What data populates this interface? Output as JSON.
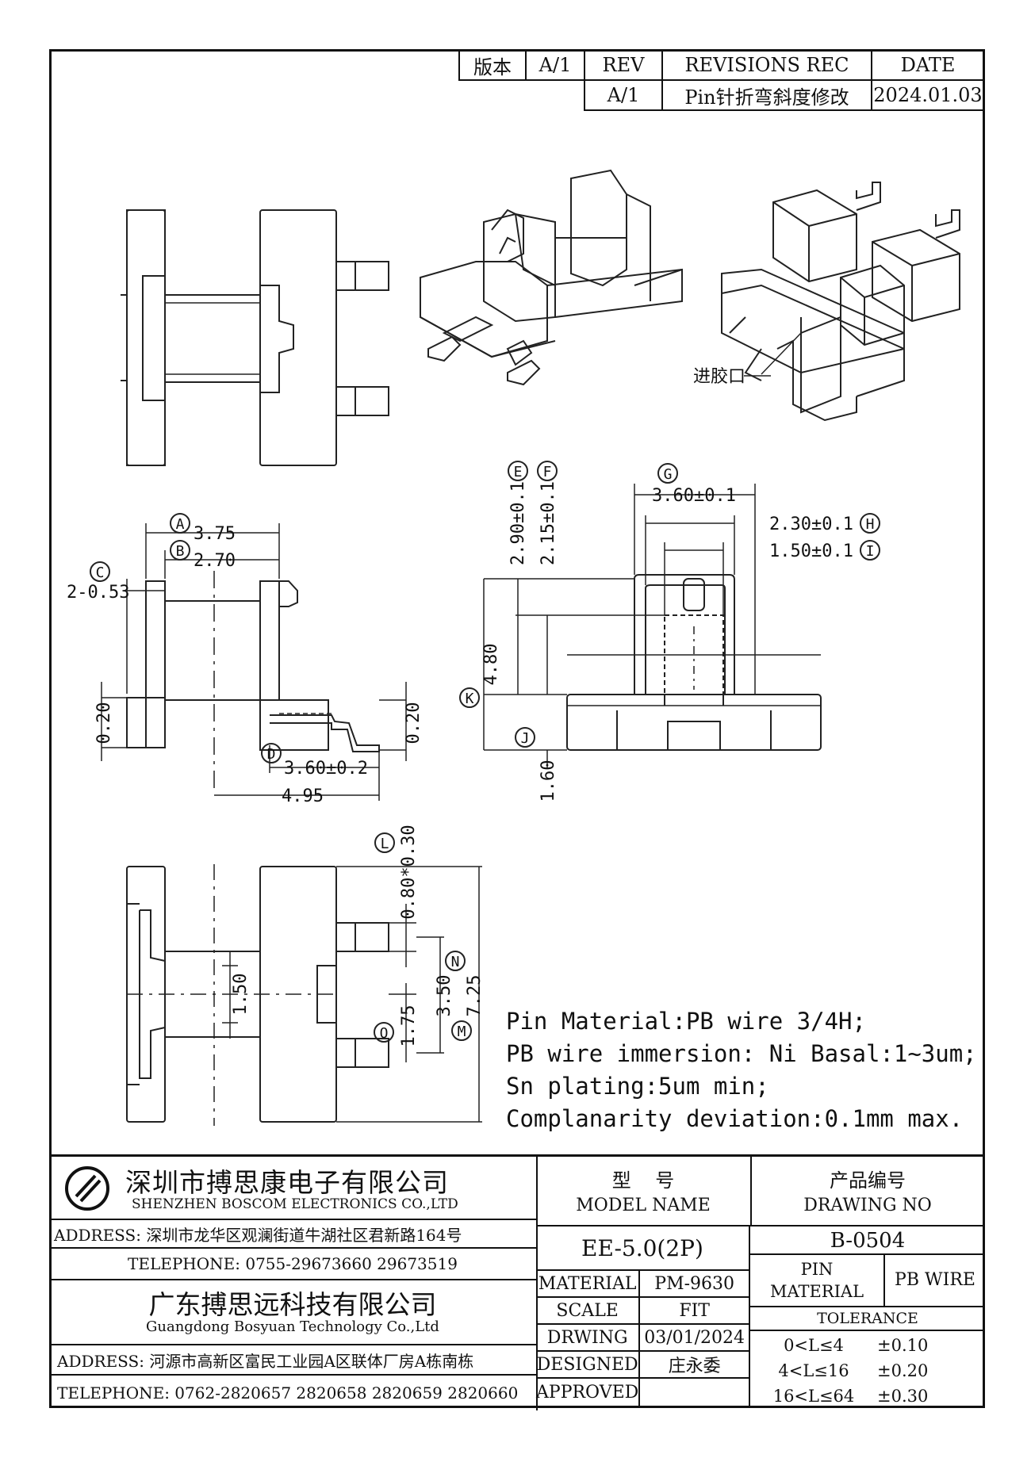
{
  "revision_block": {
    "version_label": "版本",
    "version_value": "A/1",
    "rev_header": "REV",
    "record_header": "REVISIONS REC",
    "date_header": "DATE",
    "rev_value": "A/1",
    "record_value": "Pin针折弯斜度修改",
    "date_value": "2024.01.03"
  },
  "callouts": {
    "gate_label": "进胶口"
  },
  "dimensions": {
    "A": "A",
    "A_value": "3.75",
    "B": "B",
    "B_value": "2.70",
    "C": "C",
    "C_value": "2-0.53",
    "D": "D",
    "D_value": "3.60±0.2",
    "dim_495": "4.95",
    "left_020": "0.20",
    "right_020": "0.20",
    "E": "E",
    "E_value": "2.90±0.1",
    "F": "F",
    "F_value": "2.15±0.1",
    "G": "G",
    "G_value": "3.60±0.1",
    "H": "H",
    "H_value": "2.30±0.1",
    "I": "I",
    "I_value": "1.50±0.1",
    "J": "J",
    "J_value": "1.60",
    "K": "K",
    "K_value": "4.80",
    "L": "L",
    "L_value": "0.80*0.30",
    "M": "M",
    "M_value": "7.25",
    "N": "N",
    "N_value": "3.50",
    "O": "O",
    "O_value": "1.75",
    "dim_150": "1.50"
  },
  "notes": [
    "Pin Material:PB wire 3/4H;",
    "PB wire immersion: Ni Basal:1~3um;",
    "Sn plating:5um min;",
    "Complanarity deviation:0.1mm max."
  ],
  "title_block": {
    "company_cn": "深圳市搏思康电子有限公司",
    "company_en": "SHENZHEN BOSCOM ELECTRONICS CO.,LTD",
    "address1": "ADDRESS: 深圳市龙华区观澜街道牛湖社区君新路164号",
    "telephone1": "TELEPHONE: 0755-29673660 29673519",
    "company2_cn": "广东搏思远科技有限公司",
    "company2_en": "Guangdong Bosyuan Technology Co.,Ltd",
    "address2": "ADDRESS: 河源市高新区富民工业园A区联体厂房A栋南栋",
    "telephone2": "TELEPHONE: 0762-2820657 2820658 2820659 2820660",
    "model_cn": "型    号",
    "model_en": "MODEL NAME",
    "drawing_cn": "产品编号",
    "drawing_en": "DRAWING NO",
    "model_value": "EE-5.0(2P)",
    "drawing_value": "B-0504",
    "material_label": "MATERIAL",
    "material_value": "PM-9630",
    "pin_material_label": "PIN\nMATERIAL",
    "pin_material_value": "PB WIRE",
    "scale_label": "SCALE",
    "scale_value": "FIT",
    "tolerance_label": "TOLERANCE",
    "drawing_date_label": "DRWING",
    "drawing_date_value": "03/01/2024",
    "designed_label": "DESIGNED",
    "designed_value": "庄永委",
    "approved_label": "APPROVED",
    "approved_value": "",
    "tolerances": [
      {
        "range": "0<L≤4",
        "value": "±0.10"
      },
      {
        "range": "4<L≤16",
        "value": "±0.20"
      },
      {
        "range": "16<L≤64",
        "value": "±0.30"
      }
    ]
  }
}
